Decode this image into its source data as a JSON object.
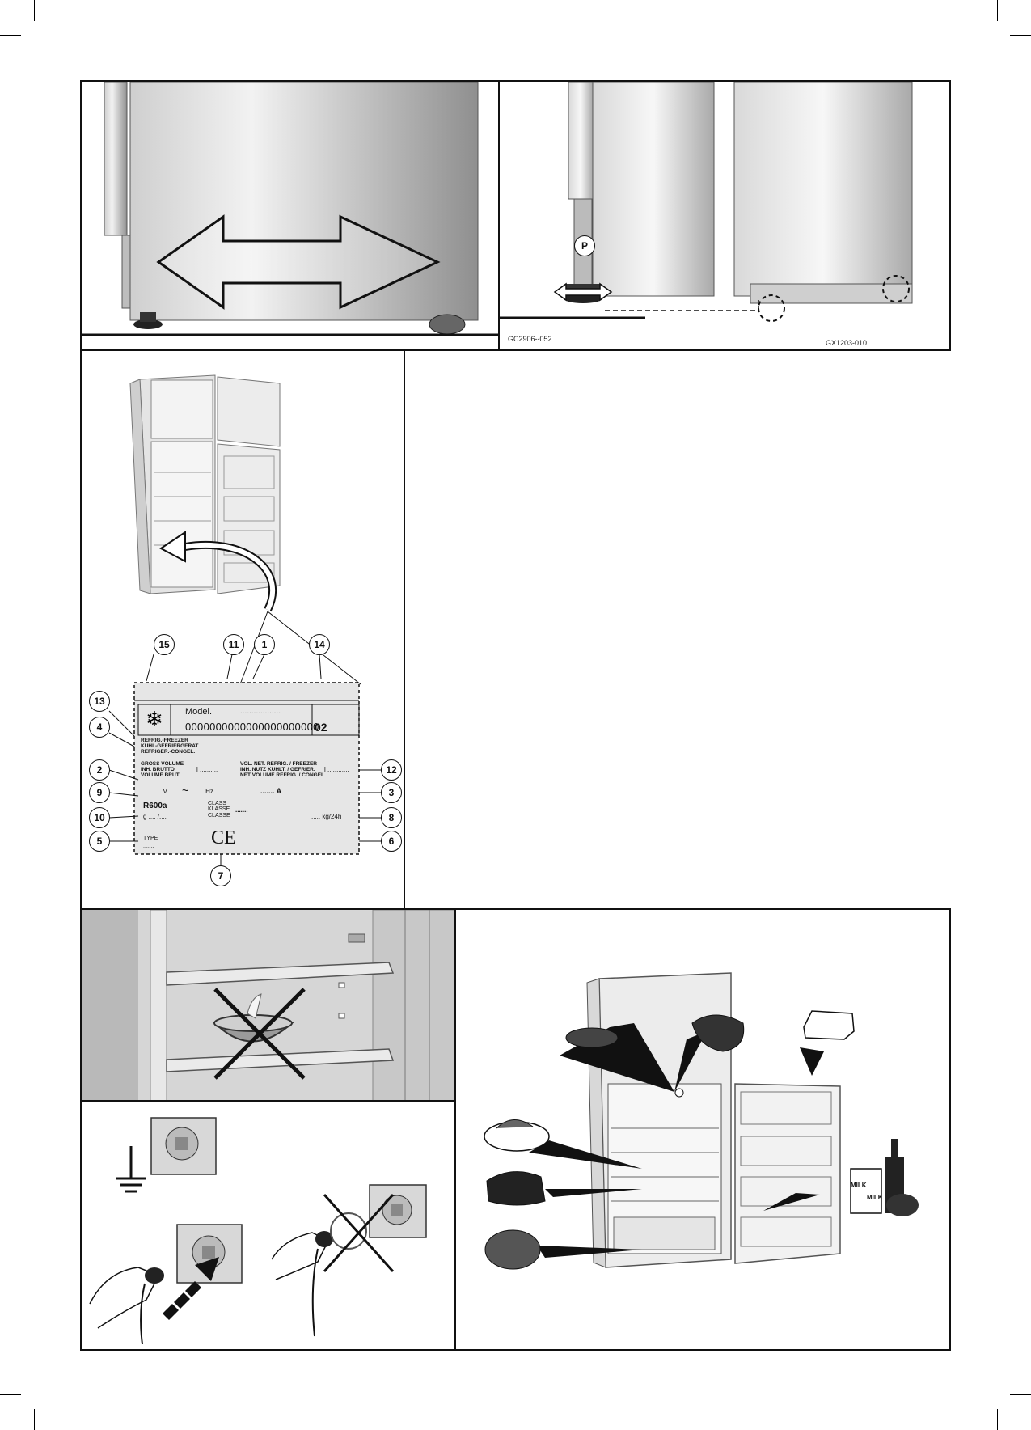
{
  "codes": {
    "leveling_left": "GC2906--052",
    "leveling_right": "GX1203-010"
  },
  "p_badge": "P",
  "rating_plate": {
    "model_label": "Model.",
    "model_dots": "..................",
    "serial": "0000000000000000000000",
    "serial_suffix": "02",
    "type_lines": "REFRIG.-FREEZER\nKUHL-GEFRIERGERAT\nREFRIGER.-CONGEL.",
    "gross_labels": "GROSS VOLUME\nINH. BRUTTO\nVOLUME BRUT",
    "gross_value": "l ..........",
    "net_labels": "VOL. NET. REFRIG. / FREEZER\nINH. NUTZ KUHLT. / GEFRIER.\nNET VOLUME REFRIG. / CONGEL.",
    "net_value": "l ............",
    "voltage": "...........V",
    "ac_symbol": "~",
    "frequency": ".... Hz",
    "current": "....... A",
    "refrigerant": "R600a",
    "refrigerant_amount": "g .... /....",
    "class_labels": "CLASS\nKLASSE\nCLASSE",
    "class_value": ".......",
    "freezing_capacity": "..... kg/24h",
    "type_label": "TYPE",
    "type_dots": ".......",
    "ce_mark": "CE"
  },
  "callouts": {
    "c15": "15",
    "c11": "11",
    "c1": "1",
    "c14": "14",
    "c13": "13",
    "c4": "4",
    "c2": "2",
    "c9": "9",
    "c10": "10",
    "c5": "5",
    "c12": "12",
    "c3": "3",
    "c8": "8",
    "c6": "6",
    "c7": "7"
  },
  "milk_labels": {
    "left": "MILK",
    "right": "MILK"
  }
}
